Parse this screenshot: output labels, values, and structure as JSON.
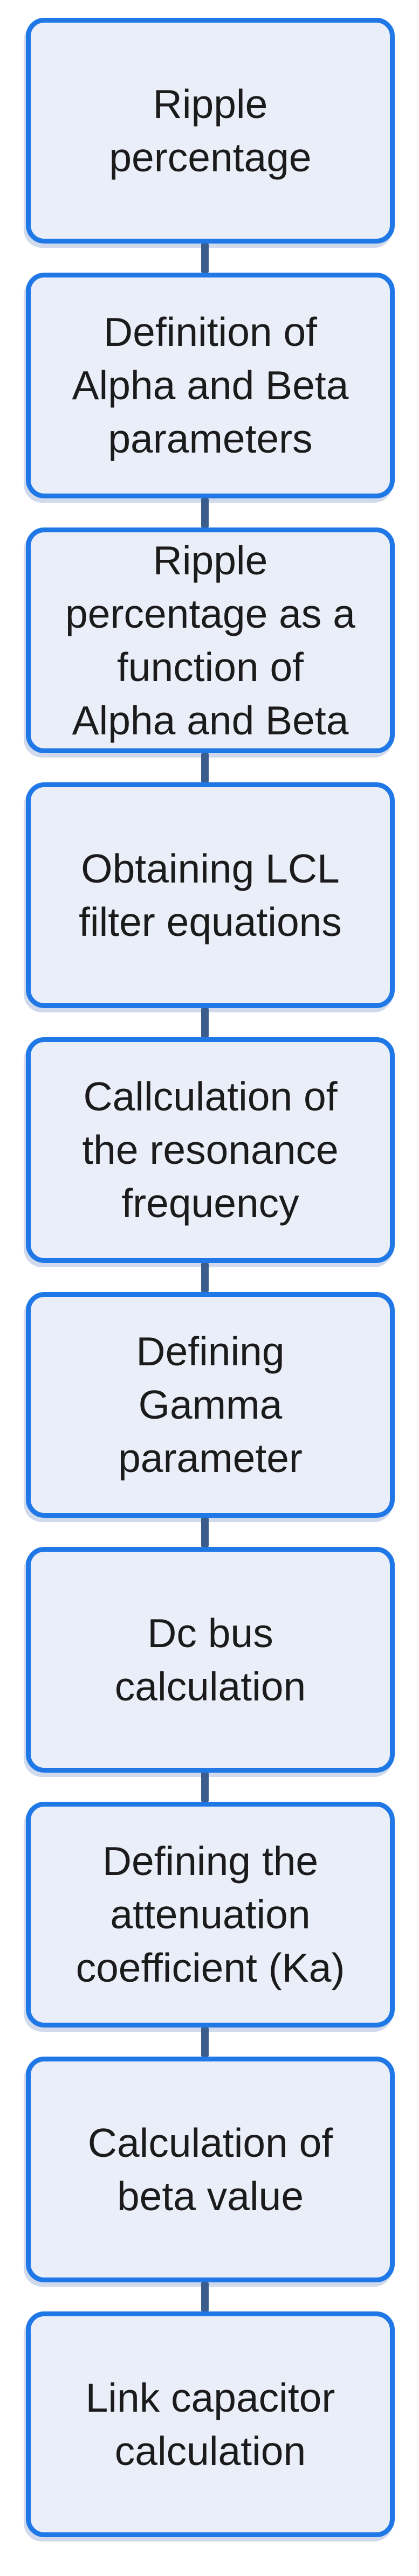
{
  "diagram": {
    "steps": [
      {
        "label": "Ripple\npercentage"
      },
      {
        "label": "Definition of\nAlpha and Beta\nparameters"
      },
      {
        "label": "Ripple\npercentage as a\nfunction of\nAlpha and Beta"
      },
      {
        "label": "Obtaining LCL\nfilter equations"
      },
      {
        "label": "Callculation of\nthe resonance\nfrequency"
      },
      {
        "label": "Defining\nGamma\nparameter"
      },
      {
        "label": "Dc bus\ncalculation"
      },
      {
        "label": "Defining the\nattenuation\ncoefficient (Ka)"
      },
      {
        "label": "Calculation of\nbeta value"
      },
      {
        "label": "Link capacitor\ncalculation"
      }
    ],
    "colors": {
      "box_fill": "#e9eef9",
      "box_border": "#1f78e6",
      "connector": "#3b5d8c",
      "text": "#1b1b1b"
    }
  }
}
